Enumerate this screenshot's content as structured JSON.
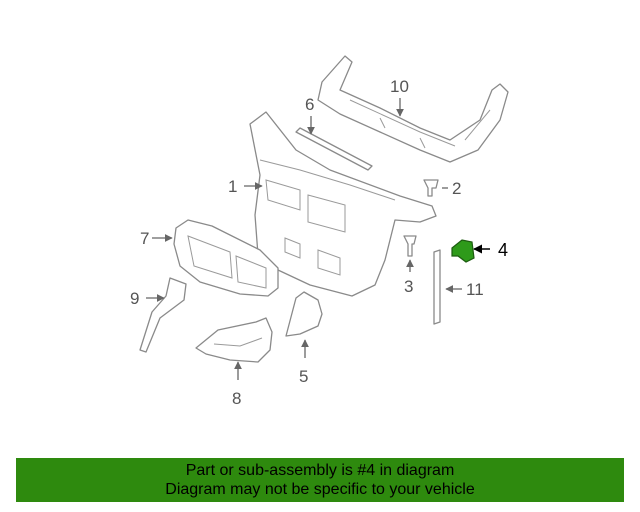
{
  "diagram": {
    "callouts": [
      {
        "id": "1",
        "label": "1"
      },
      {
        "id": "2",
        "label": "2"
      },
      {
        "id": "3",
        "label": "3"
      },
      {
        "id": "4",
        "label": "4"
      },
      {
        "id": "5",
        "label": "5"
      },
      {
        "id": "6",
        "label": "6"
      },
      {
        "id": "7",
        "label": "7"
      },
      {
        "id": "8",
        "label": "8"
      },
      {
        "id": "9",
        "label": "9"
      },
      {
        "id": "10",
        "label": "10"
      },
      {
        "id": "11",
        "label": "11"
      }
    ],
    "highlight_part": "4",
    "highlight_color": "#2e9a1a"
  },
  "banner": {
    "line1": "Part or sub-assembly is #4 in diagram",
    "line2": "Diagram may not be specific to your vehicle",
    "background": "#2e8a0e"
  }
}
